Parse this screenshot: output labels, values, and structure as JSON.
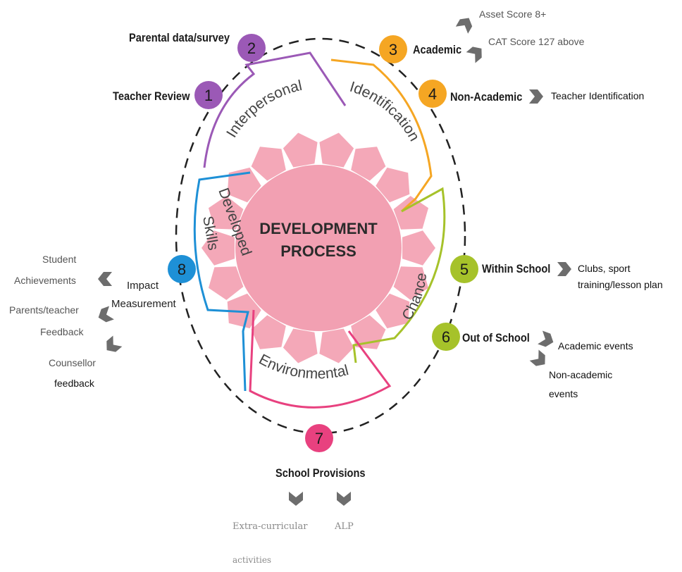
{
  "center": {
    "line1": "DEVELOPMENT",
    "line2": "PROCESS"
  },
  "arcs": {
    "interpersonal": "Interpersonal",
    "identification": "Identification",
    "chance": "Chance",
    "environmental": "Environmental",
    "developed": "Developed",
    "skills": "Skills"
  },
  "nodes": [
    {
      "num": "1",
      "label": "Teacher Review",
      "color": "#9b59b6"
    },
    {
      "num": "2",
      "label": "Parental data/survey",
      "color": "#9b59b6"
    },
    {
      "num": "3",
      "label": "Academic",
      "color": "#f5a623"
    },
    {
      "num": "4",
      "label": "Non-Academic",
      "color": "#f5a623"
    },
    {
      "num": "5",
      "label": "Within School",
      "color": "#a6c22a"
    },
    {
      "num": "6",
      "label": "Out of School",
      "color": "#a6c22a"
    },
    {
      "num": "7",
      "label": "School Provisions",
      "color": "#e8417f"
    },
    {
      "num": "8",
      "label_line1": "Impact",
      "label_line2": "Measurement",
      "color": "#1e90d6"
    }
  ],
  "details": {
    "asset_score": "Asset Score 8+",
    "cat_score": "CAT Score 127 above",
    "teacher_identification": "Teacher Identification",
    "clubs_line1": "Clubs, sport",
    "clubs_line2": "training/lesson plan",
    "academic_events": "Academic events",
    "non_academic_line1": "Non-academic",
    "non_academic_line2": "events",
    "extra_line1": "Extra-curricular",
    "extra_line2": "activities",
    "alp": "ALP",
    "student_line1": "Student",
    "student_line2": "Achievements",
    "parents_line1": "Parents/teacher",
    "parents_line2": "Feedback",
    "counsellor_line1": "Counsellor",
    "counsellor_line2": "feedback"
  },
  "colors": {
    "purple": "#9b59b6",
    "orange": "#f5a623",
    "green": "#a6c22a",
    "pink": "#e8417f",
    "blue": "#1e90d6",
    "petal": "#f4a8b8",
    "petal_center": "#f2a0b2",
    "arrow": "#6d6d6d"
  }
}
